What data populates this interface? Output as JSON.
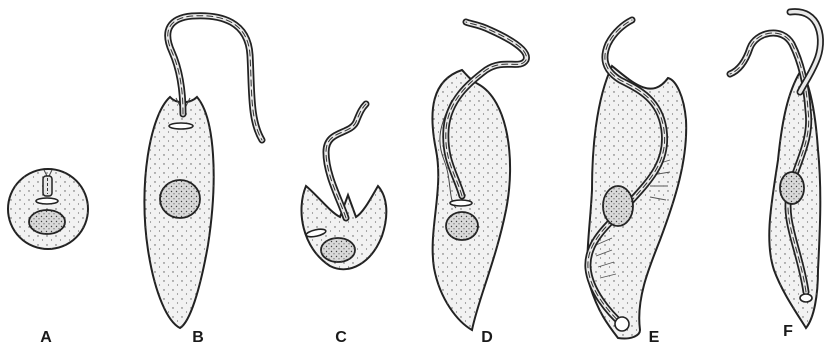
{
  "figure": {
    "panels": [
      {
        "id": "A",
        "label": "A"
      },
      {
        "id": "B",
        "label": "B"
      },
      {
        "id": "C",
        "label": "C"
      },
      {
        "id": "D",
        "label": "D"
      },
      {
        "id": "E",
        "label": "E"
      },
      {
        "id": "F",
        "label": "F"
      }
    ]
  },
  "colors": {
    "ink": "#222222",
    "cell_fill": "#f2f2f2",
    "nucleus_fill": "#d9d9d9",
    "background": "#ffffff"
  }
}
